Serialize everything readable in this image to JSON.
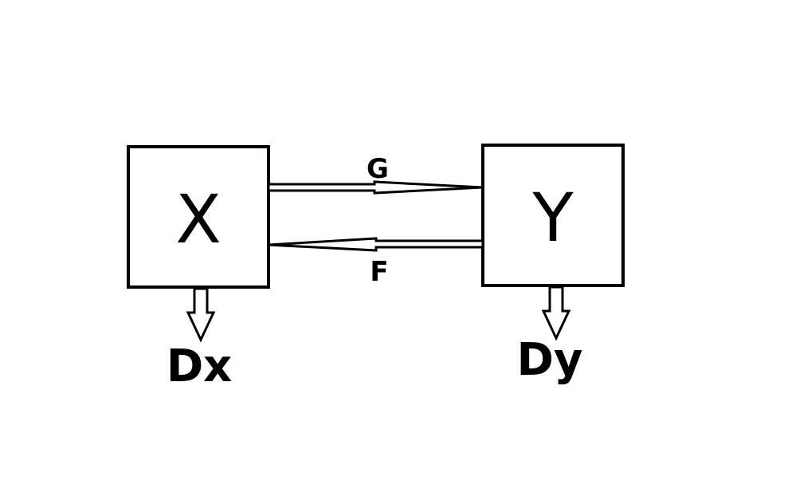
{
  "nodes": {
    "x": {
      "label": "X"
    },
    "y": {
      "label": "Y"
    }
  },
  "edges": {
    "g": {
      "label": "G",
      "from": "X",
      "to": "Y"
    },
    "f": {
      "label": "F",
      "from": "Y",
      "to": "X"
    }
  },
  "outputs": {
    "dx": {
      "label": "Dx",
      "from": "X"
    },
    "dy": {
      "label": "Dy",
      "from": "Y"
    }
  },
  "colors": {
    "stroke": "#000000",
    "background": "#ffffff"
  }
}
